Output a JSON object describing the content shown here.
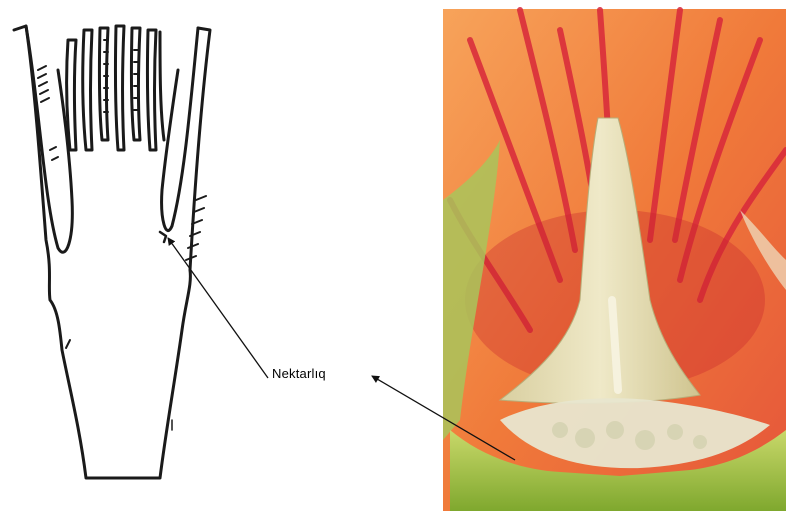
{
  "annotation": {
    "label": "Nektarlıq"
  },
  "panels": {
    "left": "line-drawing-flower-section",
    "right": "photo-flower-section"
  },
  "colors": {
    "drawing_ink": "#1a1a1a",
    "petal_orange": "#f07a3a",
    "vein_red": "#d8283a",
    "base_green": "#8fb43a",
    "pistil_cream": "#e6e0b8",
    "arrow": "#111111"
  }
}
